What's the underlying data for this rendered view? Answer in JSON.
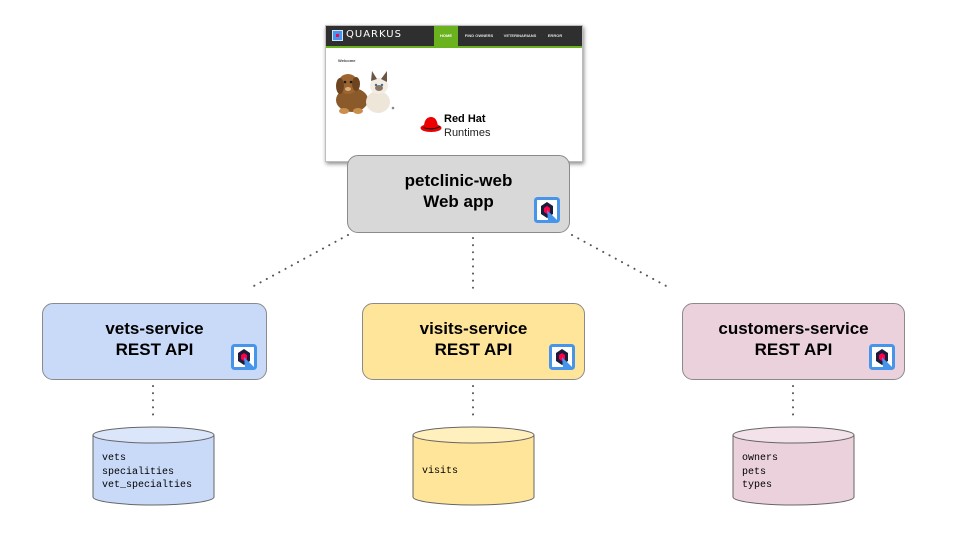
{
  "screenshot": {
    "logo_text": "QUARKUS",
    "nav_items": [
      "HOME",
      "FIND OWNERS",
      "VETERINARIANS",
      "ERROR"
    ],
    "welcome": "Welcome",
    "brand_title": "Red Hat",
    "brand_subtitle": "Runtimes",
    "colors": {
      "navbar": "#2f2f2f",
      "active_tab": "#6bb31e",
      "brand_red": "#ee0000"
    }
  },
  "web_app": {
    "name": "petclinic-web",
    "kind": "Web app",
    "color": "#d8d8d8",
    "icon": "quarkus-icon"
  },
  "services": [
    {
      "name": "vets-service",
      "kind": "REST API",
      "color": "#c9daf8",
      "icon": "quarkus-icon"
    },
    {
      "name": "visits-service",
      "kind": "REST API",
      "color": "#ffe599",
      "icon": "quarkus-icon"
    },
    {
      "name": "customers-service",
      "kind": "REST API",
      "color": "#ead1dc",
      "icon": "quarkus-icon"
    }
  ],
  "databases": [
    {
      "tables": [
        "vets",
        "specialities",
        "vet_specialties"
      ],
      "color": "#c9daf8"
    },
    {
      "tables": [
        "visits"
      ],
      "color": "#ffe599"
    },
    {
      "tables": [
        "owners",
        "pets",
        "types"
      ],
      "color": "#ead1dc"
    }
  ],
  "connector_style": "dotted"
}
